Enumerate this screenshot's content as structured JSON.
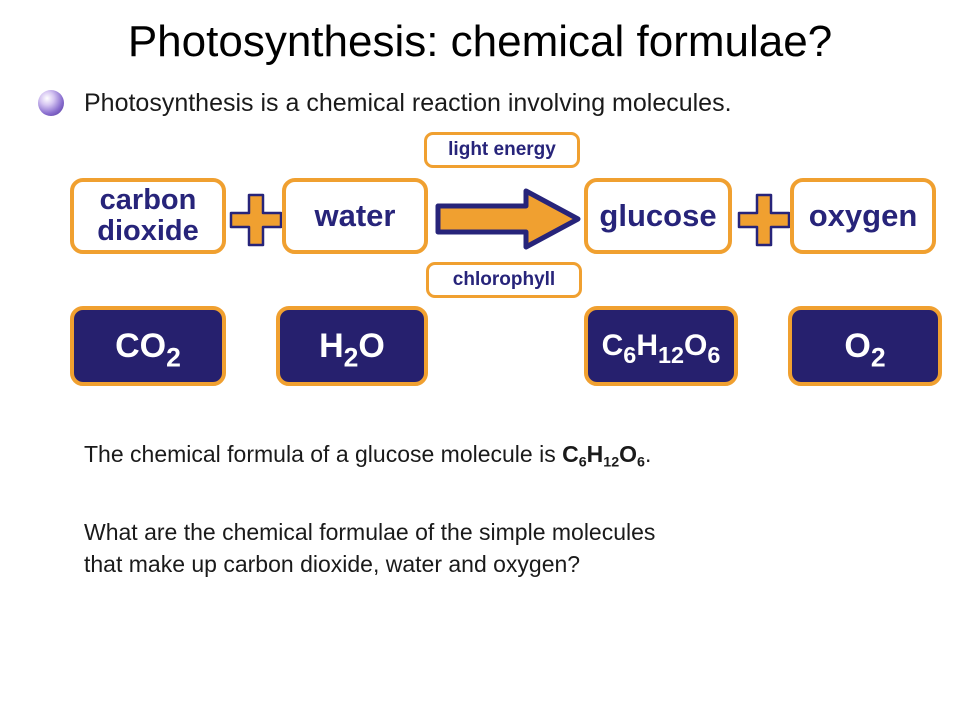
{
  "title": "Photosynthesis: chemical formulae?",
  "intro": "Photosynthesis is a chemical reaction involving molecules.",
  "conditions": {
    "above_arrow": "light energy",
    "below_arrow": "chlorophyll"
  },
  "words": {
    "carbon_dioxide_line1": "carbon",
    "carbon_dioxide_line2": "dioxide",
    "water": "water",
    "glucose": "glucose",
    "oxygen": "oxygen"
  },
  "formulas": {
    "carbon_dioxide": {
      "symbol": "CO",
      "sub": "2"
    },
    "water": {
      "h": "H",
      "h_sub": "2",
      "o": "O"
    },
    "glucose": {
      "c": "C",
      "c_sub": "6",
      "h": "H",
      "h_sub": "12",
      "o": "O",
      "o_sub": "6"
    },
    "oxygen": {
      "o": "O",
      "o_sub": "2"
    }
  },
  "paragraph1": {
    "text": "The chemical formula of a glucose molecule is ",
    "c": "C",
    "c_sub": "6",
    "h": "H",
    "h_sub": "12",
    "o": "O",
    "o_sub": "6",
    "end": "."
  },
  "paragraph2": {
    "line1": "What are the chemical formulae of the simple molecules",
    "line2": "that make up carbon dioxide, water and oxygen?"
  },
  "colors": {
    "box_border": "#f0a030",
    "formula_fill": "#26206e",
    "word_text": "#27247a",
    "plus_fill": "#f0a030",
    "plus_outline": "#27247a",
    "arrow_fill": "#f0a030",
    "arrow_outline": "#27247a"
  },
  "icons": {
    "bullet": "purple-sphere-bullet-icon",
    "plus": "plus-icon",
    "arrow": "reaction-arrow-icon"
  }
}
